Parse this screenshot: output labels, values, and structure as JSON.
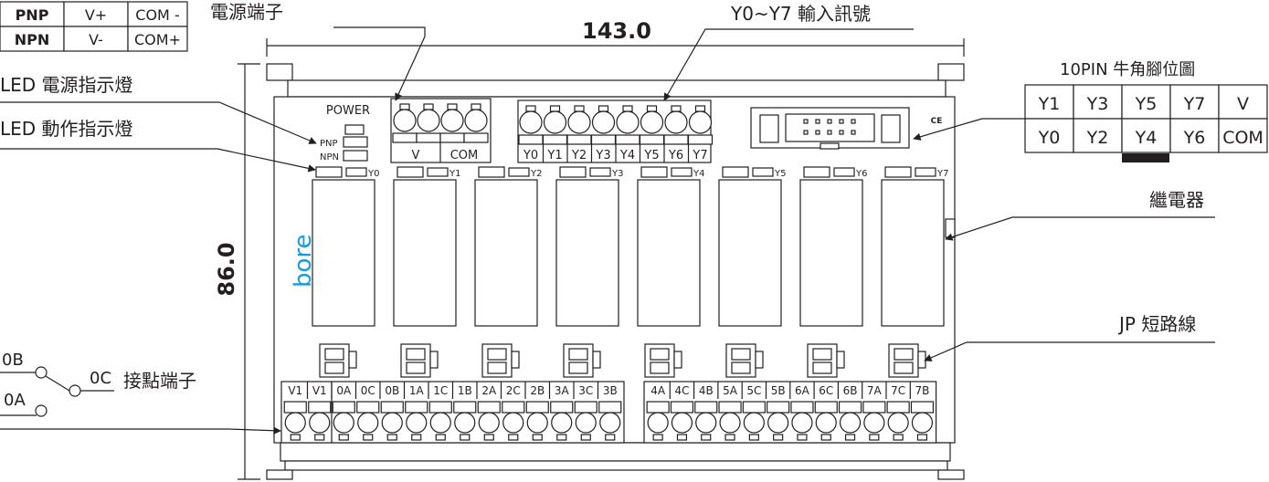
{
  "dims": {
    "width": "143.0",
    "height": "86.0"
  },
  "mode_table": [
    [
      "PNP",
      "V+",
      "COM -"
    ],
    [
      "NPN",
      "V-",
      "COM+"
    ]
  ],
  "callouts": {
    "power_terminal": "電源端子",
    "input_signal": "Y0~Y7 輸入訊號",
    "pin_header": "10PIN 牛角腳位圖",
    "led_power": "LED 電源指示燈",
    "led_action": "LED 動作指示燈",
    "relay": "繼電器",
    "jumper": "JP 短路線",
    "contact_terminal": "接點端子"
  },
  "pin_table": [
    [
      "Y1",
      "Y3",
      "Y5",
      "Y7",
      "V"
    ],
    [
      "Y0",
      "Y2",
      "Y4",
      "Y6",
      "COM"
    ]
  ],
  "board": {
    "power_label": "POWER",
    "pnp": "PNP",
    "npn": "NPN",
    "ce_mark": "CE",
    "logo": "bore",
    "logo_color": "#1a9ad6",
    "power_terminal_labels": [
      "V",
      "COM"
    ],
    "input_labels": [
      "Y0",
      "Y1",
      "Y2",
      "Y3",
      "Y4",
      "Y5",
      "Y6",
      "Y7"
    ],
    "led_labels": [
      "Y0",
      "Y1",
      "Y2",
      "Y3",
      "Y4",
      "Y5",
      "Y6",
      "Y7"
    ],
    "bottom_left_labels": [
      "V1",
      "V1",
      "0A",
      "0C",
      "0B",
      "1A",
      "1C",
      "1B",
      "2A",
      "2C",
      "2B",
      "3A",
      "3C",
      "3B"
    ],
    "bottom_right_labels": [
      "4A",
      "4C",
      "4B",
      "5A",
      "5C",
      "5B",
      "6A",
      "6C",
      "6B",
      "7A",
      "7C",
      "7B"
    ]
  },
  "contact_symbol": {
    "b": "0B",
    "c": "0C",
    "a": "0A"
  }
}
